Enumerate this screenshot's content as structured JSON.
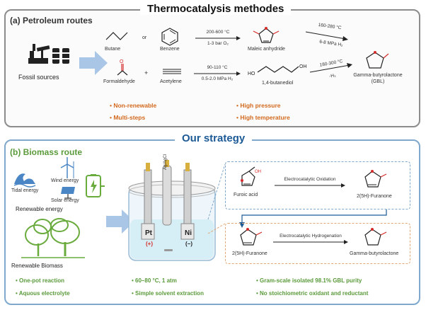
{
  "title_top": "Thermocatalysis methodes",
  "title_bottom": "Our strategy",
  "petroleum": {
    "header": "(a) Petroleum routes",
    "fossil_label": "Fossil sources",
    "butane": "Butane",
    "or": "or",
    "benzene": "Benzene",
    "cond1_top": "200-600 °C",
    "cond1_bottom": "1-3 bar O₂",
    "maleic": "Maleic anhydride",
    "cond2_top": "160-280 °C",
    "cond2_bottom": "6-8 MPa H₂",
    "formaldehyde": "Formaldehyde",
    "plus": "+",
    "acetylene": "Acetylene",
    "cond3_top": "90-110 °C",
    "cond3_bottom": "0.5-2.0 MPa H₂",
    "butanediol": "1,4-butanediol",
    "cond4_top": "180-300 °C",
    "cond4_bottom": "-H₂",
    "gbl": "Gamma-butyrolactone",
    "gbl_abbr": "(GBL)",
    "bullets": [
      "Non-renewable",
      "Multi-steps",
      "High pressure",
      "High temperature"
    ]
  },
  "biomass": {
    "header": "(b) Biomass route",
    "wind": "Wind energy",
    "tidal": "Tidal energy",
    "solar": "Solar energy",
    "renew_energy": "Renewable energy",
    "renew_biomass": "Renewable Biomass",
    "ref_electrode": "Ag/AgCl",
    "pt": "Pt",
    "plus_sign": "(+)",
    "ni": "Ni",
    "minus_sign": "(−)",
    "furoic": "Furoic acid",
    "oxidation": "Electrocatalytic Oxidation",
    "furanone1": "2(5H)-Furanone",
    "furanone2": "2(5H)-Furanone",
    "hydrogenation": "Electrocatalytic Hydrogenation",
    "gbl2": "Gamma-butyrolactone",
    "bullets": [
      "One-pot reaction",
      "Aquous electrolyte",
      "60–80 °C, 1 atm",
      "Simple solvent extraction",
      "Gram-scale isolated 98.1% GBL purity",
      "No stoichiometric oxidant and reductant"
    ]
  },
  "colors": {
    "arrow_blue": "#a9c6e6",
    "bullet_orange": "#d2691e",
    "bullet_green": "#5a9a3a",
    "panel_b_border": "#7fa8cc",
    "strategy_blue": "#1c5a96",
    "molecule_red": "#d62c2c"
  }
}
